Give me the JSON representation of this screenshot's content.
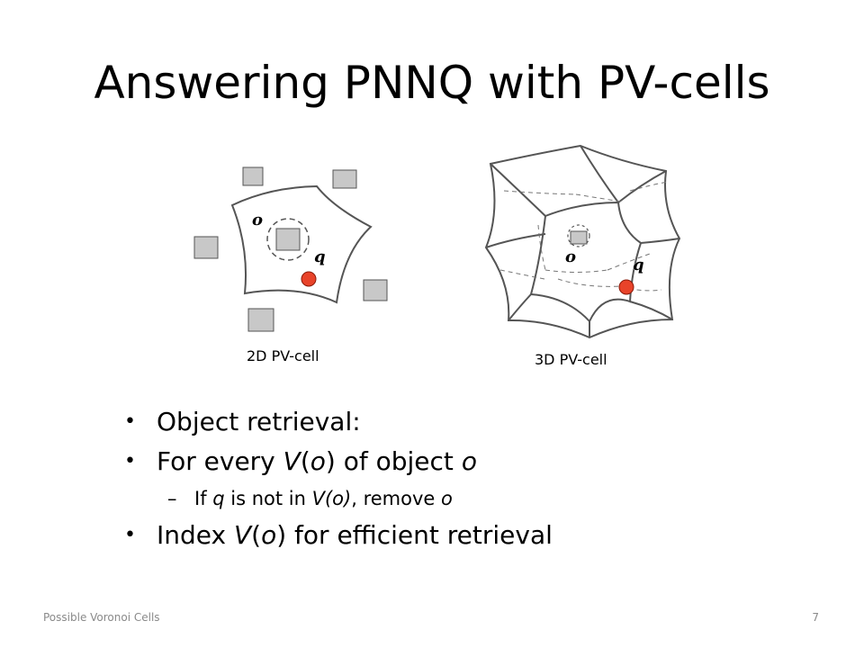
{
  "slide": {
    "title": "Answering PNNQ with PV-cells",
    "figure_2d": {
      "caption": "2D PV-cell",
      "label_o": "o",
      "label_q": "q"
    },
    "figure_3d": {
      "caption": "3D PV-cell",
      "label_o": "o",
      "label_q": "q"
    },
    "bullets": [
      {
        "text": "Object retrieval:"
      },
      {
        "prefix": "For every ",
        "v": "V",
        "paren_open": "(",
        "o1": "o",
        "paren_close": ")",
        "middle": " of object ",
        "o2": "o"
      },
      {
        "dash": "–",
        "s1": "If ",
        "q": "q",
        "s2": " is not in ",
        "vo": "V(o)",
        "s3": ", remove ",
        "o": "o"
      },
      {
        "prefix": "Index ",
        "v": "V",
        "paren_open": "(",
        "o1": "o",
        "paren_close": ")",
        "suffix": " for efficient retrieval"
      }
    ],
    "bullet_glyph": "•",
    "footer_left": "Possible Voronoi Cells",
    "page_number": "7"
  },
  "colors": {
    "query_point": "#e8432a",
    "object_box": "#c8c8c8"
  }
}
